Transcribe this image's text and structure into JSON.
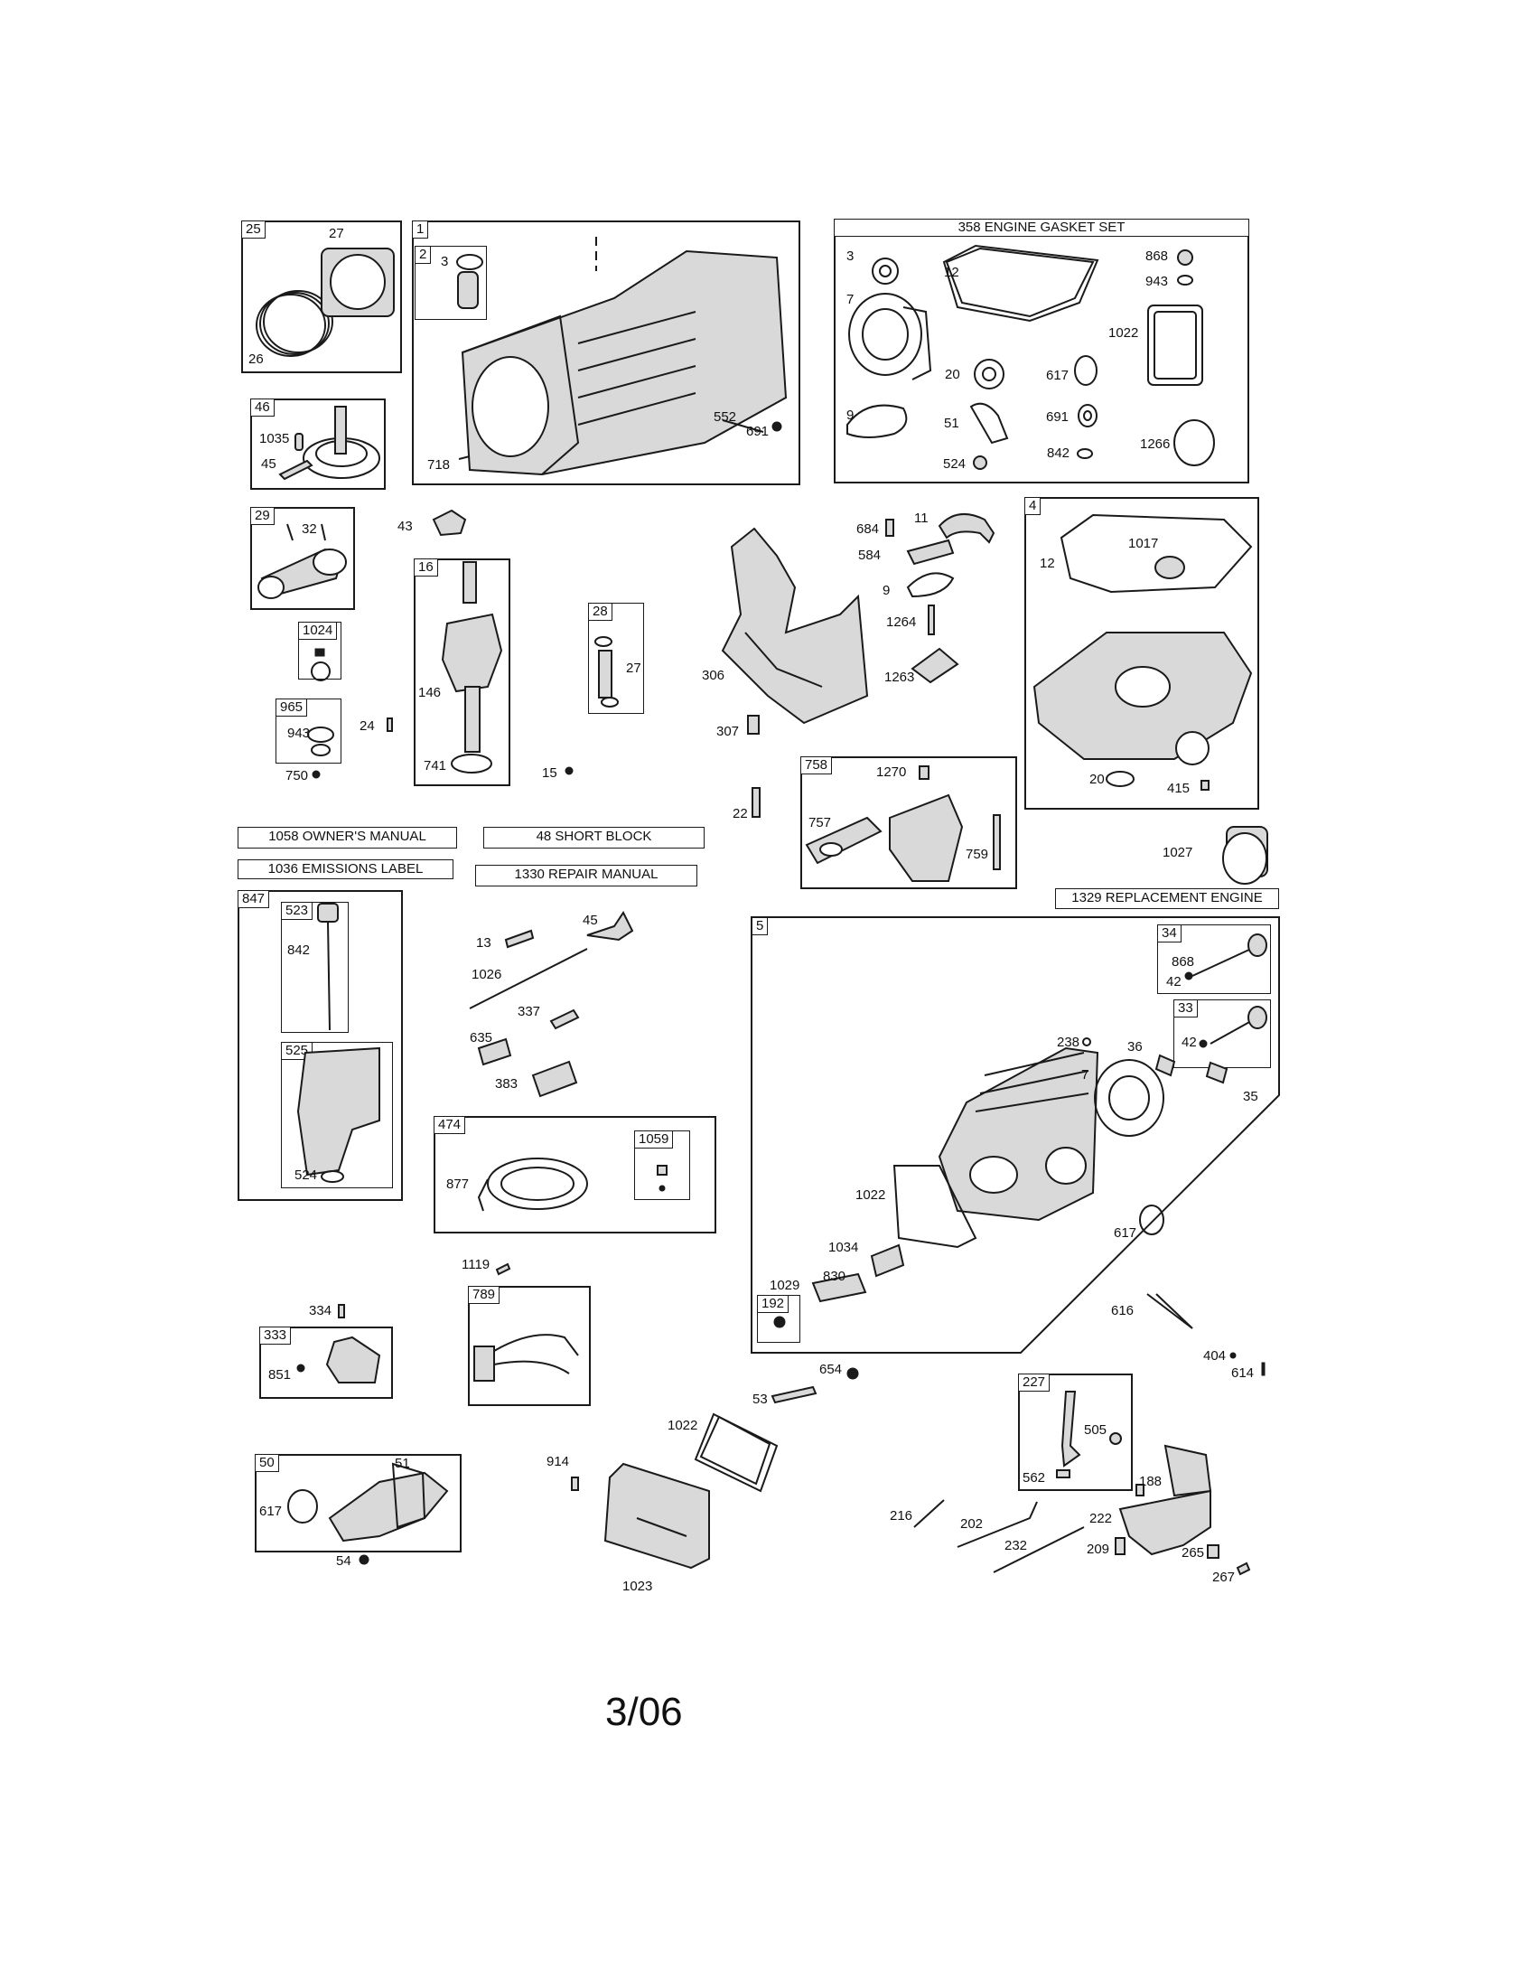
{
  "groups": [
    {
      "id": "25",
      "label": "25"
    },
    {
      "id": "1",
      "label": "1"
    },
    {
      "id": "2",
      "label": "2"
    },
    {
      "id": "358",
      "label": "358 ENGINE GASKET SET"
    },
    {
      "id": "46",
      "label": "46"
    },
    {
      "id": "29",
      "label": "29"
    },
    {
      "id": "16",
      "label": "16"
    },
    {
      "id": "28",
      "label": "28"
    },
    {
      "id": "4",
      "label": "4"
    },
    {
      "id": "1024",
      "label": "1024"
    },
    {
      "id": "965",
      "label": "965"
    },
    {
      "id": "758",
      "label": "758"
    },
    {
      "id": "847",
      "label": "847"
    },
    {
      "id": "523",
      "label": "523"
    },
    {
      "id": "525",
      "label": "525"
    },
    {
      "id": "5",
      "label": "5"
    },
    {
      "id": "34",
      "label": "34"
    },
    {
      "id": "33",
      "label": "33"
    },
    {
      "id": "474",
      "label": "474"
    },
    {
      "id": "1059",
      "label": "1059"
    },
    {
      "id": "192",
      "label": "192"
    },
    {
      "id": "333",
      "label": "333"
    },
    {
      "id": "789",
      "label": "789"
    },
    {
      "id": "227",
      "label": "227"
    },
    {
      "id": "50",
      "label": "50"
    }
  ],
  "bars": [
    {
      "id": "owners-manual",
      "label": "1058 OWNER'S MANUAL"
    },
    {
      "id": "short-block",
      "label": "48 SHORT BLOCK"
    },
    {
      "id": "emissions-label",
      "label": "1036 EMISSIONS LABEL"
    },
    {
      "id": "repair-manual",
      "label": "1330 REPAIR MANUAL"
    },
    {
      "id": "replacement-engine",
      "label": "1329 REPLACEMENT ENGINE"
    }
  ],
  "parts": [
    "27",
    "26",
    "3",
    "718",
    "552",
    "691",
    "3",
    "12",
    "868",
    "943",
    "7",
    "1022",
    "20",
    "617",
    "9",
    "51",
    "691",
    "524",
    "842",
    "1266",
    "1035",
    "45",
    "32",
    "43",
    "684",
    "11",
    "584",
    "9",
    "1264",
    "1263",
    "306",
    "307",
    "1017",
    "12",
    "20",
    "415",
    "1027",
    "146",
    "741",
    "27",
    "24",
    "943",
    "750",
    "15",
    "22",
    "1270",
    "757",
    "759",
    "842",
    "524",
    "13",
    "45",
    "1026",
    "337",
    "635",
    "383",
    "868",
    "42",
    "42",
    "238",
    "36",
    "7",
    "35",
    "1022",
    "1034",
    "617",
    "830",
    "1029",
    "616",
    "877",
    "1119",
    "334",
    "851",
    "404",
    "614",
    "654",
    "53",
    "1022",
    "914",
    "1023",
    "505",
    "562",
    "188",
    "216",
    "202",
    "232",
    "222",
    "209",
    "265",
    "267",
    "617",
    "51",
    "54"
  ],
  "footer": "3/06"
}
